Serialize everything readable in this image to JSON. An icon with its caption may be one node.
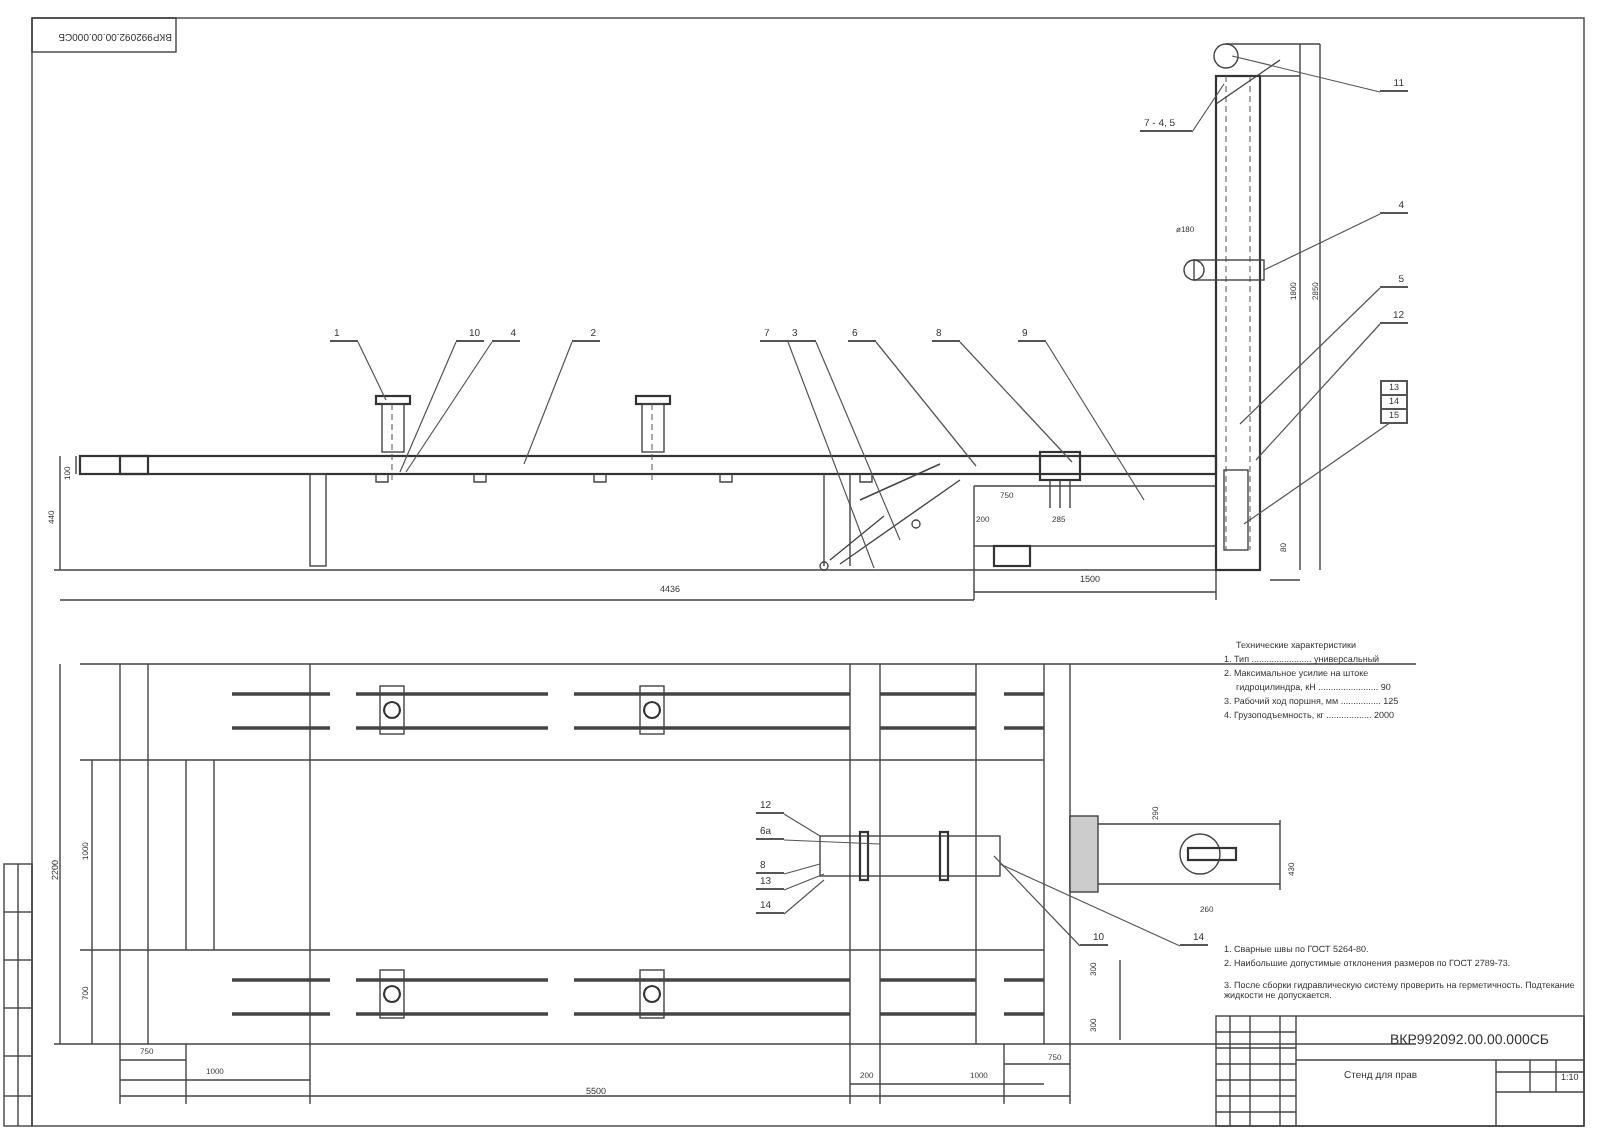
{
  "diagram": {
    "nodes": [
      {
        "text": [
          "1"
        ]
      },
      {
        "text": [
          "10"
        ]
      },
      {
        "text": [
          "4"
        ]
      },
      {
        "text": [
          "2"
        ]
      },
      {
        "text": [
          "7"
        ]
      },
      {
        "text": [
          "3"
        ]
      },
      {
        "text": [
          "6"
        ]
      },
      {
        "text": [
          "8"
        ]
      },
      {
        "text": [
          "9"
        ]
      },
      {
        "text": [
          "11"
        ]
      },
      {
        "text": [
          "7 - 4, 5"
        ]
      },
      {
        "text": [
          "4"
        ]
      },
      {
        "text": [
          "5"
        ]
      },
      {
        "text": [
          "12"
        ]
      },
      {
        "text": [
          "13",
          "14",
          "15"
        ]
      },
      {
        "text": [
          "12"
        ]
      },
      {
        "text": [
          "6а"
        ]
      },
      {
        "text": [
          "8"
        ]
      },
      {
        "text": [
          "13"
        ]
      },
      {
        "text": [
          "14"
        ]
      },
      {
        "text": [
          "10"
        ]
      },
      {
        "text": [
          "14"
        ]
      }
    ],
    "edges": [
      {
        "from": 0,
        "to": null,
        "arrow": "none"
      },
      {
        "from": 1,
        "to": null,
        "arrow": "none"
      },
      {
        "from": 2,
        "to": null,
        "arrow": "none"
      },
      {
        "from": 3,
        "to": null,
        "arrow": "none"
      },
      {
        "from": 4,
        "to": null,
        "arrow": "none"
      },
      {
        "from": 5,
        "to": null,
        "arrow": "none"
      },
      {
        "from": 6,
        "to": null,
        "arrow": "none"
      },
      {
        "from": 7,
        "to": null,
        "arrow": "none"
      },
      {
        "from": 8,
        "to": null,
        "arrow": "none"
      },
      {
        "from": 9,
        "to": null,
        "arrow": "none"
      },
      {
        "from": 10,
        "to": null,
        "arrow": "none"
      },
      {
        "from": 11,
        "to": null,
        "arrow": "none"
      },
      {
        "from": 12,
        "to": null,
        "arrow": "none"
      },
      {
        "from": 13,
        "to": null,
        "arrow": "none"
      },
      {
        "from": 14,
        "to": null,
        "arrow": "none"
      },
      {
        "from": 15,
        "to": null,
        "arrow": "none"
      },
      {
        "from": 16,
        "to": null,
        "arrow": "none"
      },
      {
        "from": 17,
        "to": null,
        "arrow": "none"
      },
      {
        "from": 18,
        "to": null,
        "arrow": "none"
      },
      {
        "from": 19,
        "to": null,
        "arrow": "none"
      },
      {
        "from": 20,
        "to": null,
        "arrow": "none"
      },
      {
        "from": 21,
        "to": null,
        "arrow": "none"
      }
    ],
    "labels": [
      "ВКР992092.00.00.000СБ",
      "100",
      "440",
      "4436",
      "750",
      "200",
      "285",
      "1500",
      "ø180",
      "1800",
      "2850",
      "80",
      "Технические характеристики",
      "1. Тип ........................ универсальный",
      "2. Максимальное усилие на штоке",
      "гидроцилиндра, кН ........................ 90",
      "3. Рабочий ход поршня, мм ................ 125",
      "4. Грузоподъемность, кг .................. 2000",
      "2200",
      "1000",
      "700",
      "750",
      "1000",
      "5500",
      "200",
      "1000",
      "750",
      "300",
      "300",
      "290",
      "430",
      "260",
      "1. Сварные швы по ГОСТ 5264-80.",
      "2. Наибольшие допустимые отклонения размеров по ГОСТ 2789-73.",
      "3. После сборки гидравлическую систему проверить на герметичность. Подтекание жидкости не допускается.",
      "ВКР992092.00.00.000СБ",
      "Стенд для прав",
      "1:10"
    ]
  }
}
